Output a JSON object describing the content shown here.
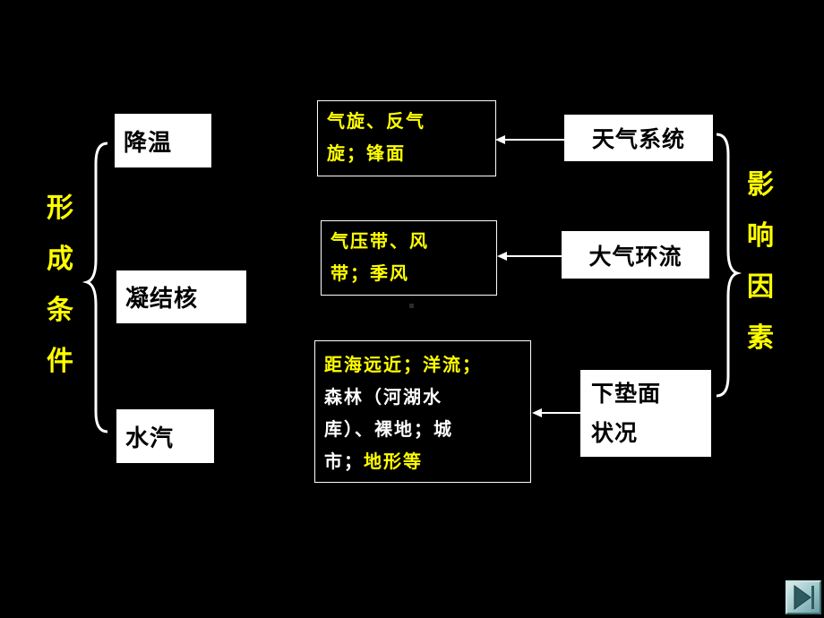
{
  "left_title": [
    "形",
    "成",
    "条",
    "件"
  ],
  "right_title": [
    "影",
    "响",
    "因",
    "素"
  ],
  "conditions": [
    "降温",
    "凝结核",
    "水汽"
  ],
  "factors": {
    "weather_system": {
      "name": "天气系统",
      "detail_lines": [
        [
          {
            "text": "气旋、反气",
            "color": "yellow"
          }
        ],
        [
          {
            "text": "旋；锋面",
            "color": "yellow"
          }
        ]
      ]
    },
    "circulation": {
      "name": "大气环流",
      "detail_lines": [
        [
          {
            "text": "气压带、风",
            "color": "yellow"
          }
        ],
        [
          {
            "text": "带；季风",
            "color": "yellow"
          }
        ]
      ]
    },
    "surface": {
      "name_lines": [
        "下垫面",
        "状况"
      ],
      "detail_lines": [
        [
          {
            "text": "距海远近；洋流；",
            "color": "yellow"
          }
        ],
        [
          {
            "text": "森林（河湖水",
            "color": "white"
          }
        ],
        [
          {
            "text": "库）、裸地；城",
            "color": "white"
          }
        ],
        [
          {
            "text": "市；",
            "color": "white"
          },
          {
            "text": "地形等",
            "color": "yellow"
          }
        ]
      ]
    }
  },
  "colors": {
    "background": "#000000",
    "title": "#ffff00",
    "box_fill": "#ffffff",
    "line": "#ffffff"
  },
  "nav": {
    "icon": "play-forward-icon"
  }
}
